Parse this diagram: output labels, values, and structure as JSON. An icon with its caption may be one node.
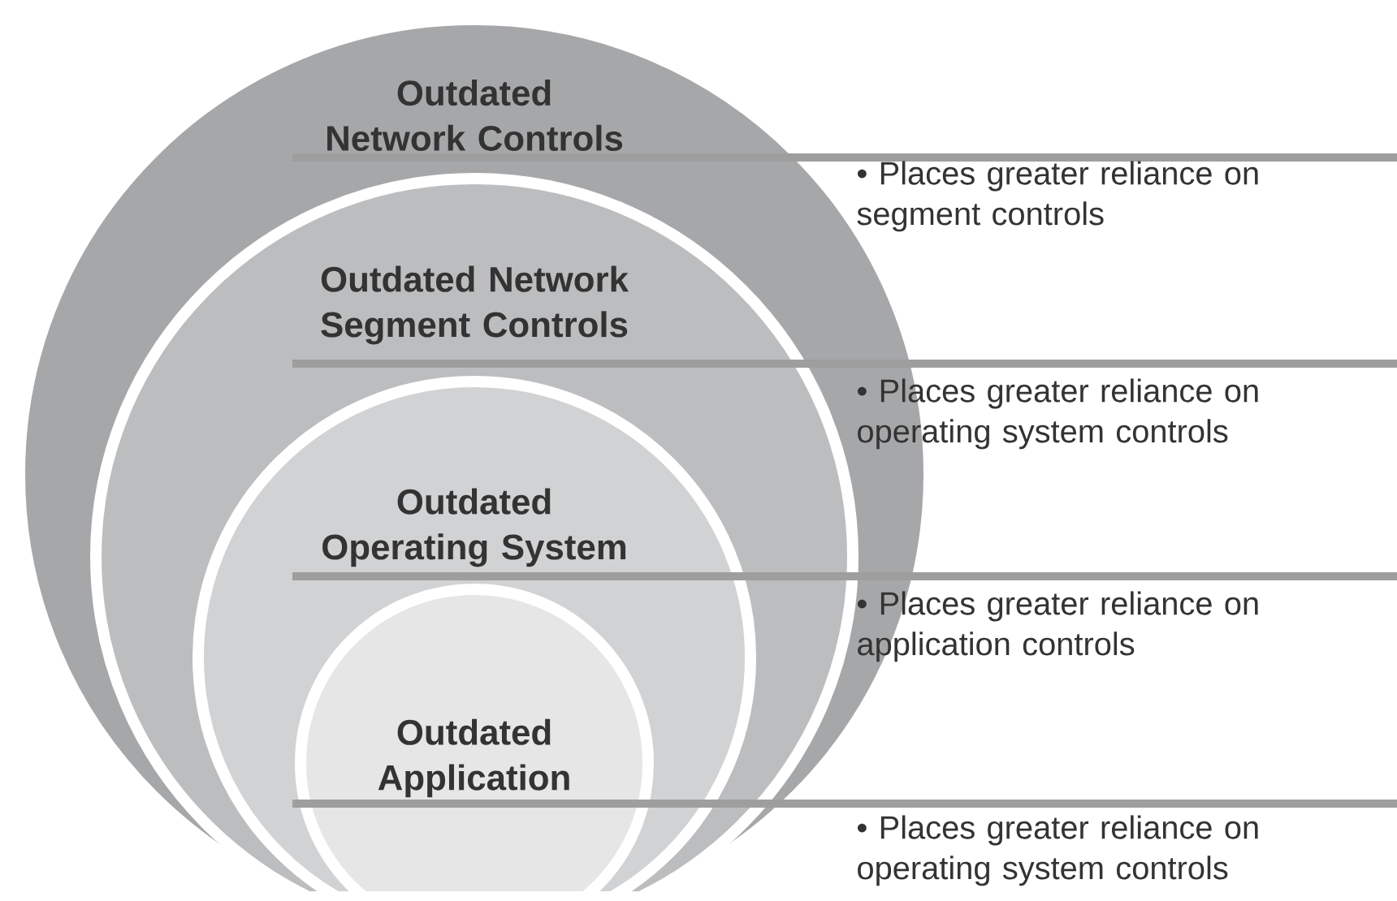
{
  "diagram": {
    "nodes": [
      {
        "text": [
          "Outdated Network Controls"
        ]
      },
      {
        "text": [
          "Outdated Network Segment Controls"
        ],
        "in": 0
      },
      {
        "text": [
          "Outdated Operating System"
        ],
        "in": 1
      },
      {
        "text": [
          "Outdated Application"
        ],
        "in": 2
      }
    ],
    "labels": [
      "• Places greater reliance on segment controls",
      "• Places greater reliance on operating system controls",
      "• Places greater reliance on application controls",
      "• Places greater reliance on operating system controls"
    ]
  }
}
